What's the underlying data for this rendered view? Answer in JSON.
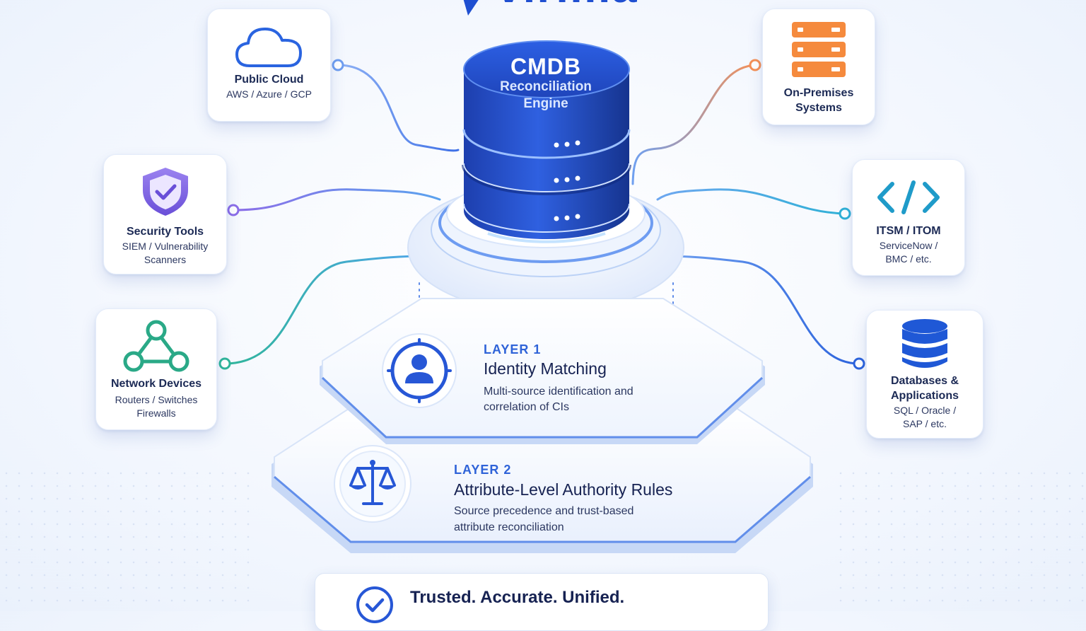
{
  "brand": {
    "wordmark": "virima",
    "accent": "#1f4fd1"
  },
  "engine": {
    "title": "CMDB",
    "subtitle_line1": "Reconciliation",
    "subtitle_line2": "Engine"
  },
  "sources": {
    "public_cloud": {
      "title": "Public Cloud",
      "sub1": "AWS / Azure / GCP",
      "icon": "cloud-icon"
    },
    "on_premises": {
      "title1": "On-Premises",
      "title2": "Systems",
      "icon": "server-stack-icon"
    },
    "security_tools": {
      "title": "Security Tools",
      "sub1": "SIEM / Vulnerability",
      "sub2": "Scanners",
      "icon": "shield-check-icon"
    },
    "itsm": {
      "title": "ITSM / ITOM",
      "sub1": "ServiceNow /",
      "sub2": "BMC / etc.",
      "icon": "code-brackets-icon"
    },
    "network": {
      "title": "Network Devices",
      "sub1": "Routers / Switches",
      "sub2": "Firewalls",
      "icon": "network-nodes-icon"
    },
    "databases": {
      "title1": "Databases &",
      "title2": "Applications",
      "sub1": "SQL / Oracle /",
      "sub2": "SAP / etc.",
      "icon": "database-icon"
    }
  },
  "layers": [
    {
      "label": "LAYER 1",
      "heading": "Identity Matching",
      "desc1": "Multi-source identification and",
      "desc2": "correlation of CIs",
      "icon": "user-target-icon"
    },
    {
      "label": "LAYER 2",
      "heading": "Attribute-Level Authority Rules",
      "desc1": "Source precedence and trust-based",
      "desc2": "attribute reconciliation",
      "icon": "scales-icon"
    }
  ],
  "footer": {
    "tagline": "Trusted. Accurate. Unified.",
    "icon": "check-circle-icon"
  }
}
